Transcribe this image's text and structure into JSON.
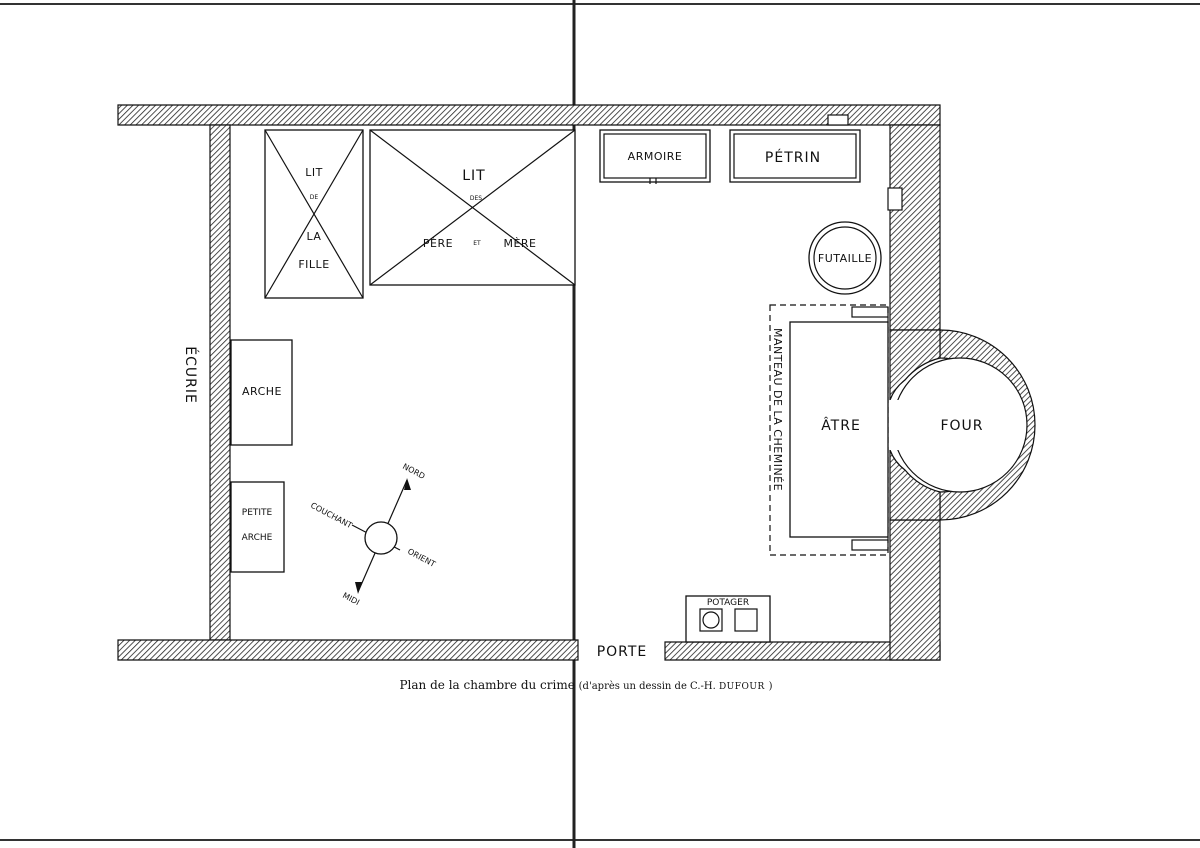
{
  "labels": {
    "ecurie": "ÉCURIE",
    "lit_fille": [
      "LIT",
      "DE",
      "LA",
      "FILLE"
    ],
    "lit_parents": [
      "LIT",
      "DES",
      "PÈRE",
      "ET",
      "MÈRE"
    ],
    "armoire": "ARMOIRE",
    "petrin": "PÉTRIN",
    "futaille": "FUTAILLE",
    "manteau": "MANTEAU DE LA CHEMINÉE",
    "atre": "ÂTRE",
    "four": "FOUR",
    "arche": "ARCHE",
    "petite_arche": [
      "PETITE",
      "ARCHE"
    ],
    "potager": "POTAGER",
    "porte": "PORTE"
  },
  "compass": {
    "nord": "NORD",
    "midi": "MIDI",
    "couchant": "COUCHANT",
    "orient": "ORIENT"
  },
  "caption": {
    "main": "Plan de la chambre du crime",
    "credit_pre": "(d'après un dessin de C.-H. ",
    "credit_name": "Dufour",
    "credit_post": ")"
  },
  "colors": {
    "ink": "#111111",
    "paper": "#ffffff"
  }
}
